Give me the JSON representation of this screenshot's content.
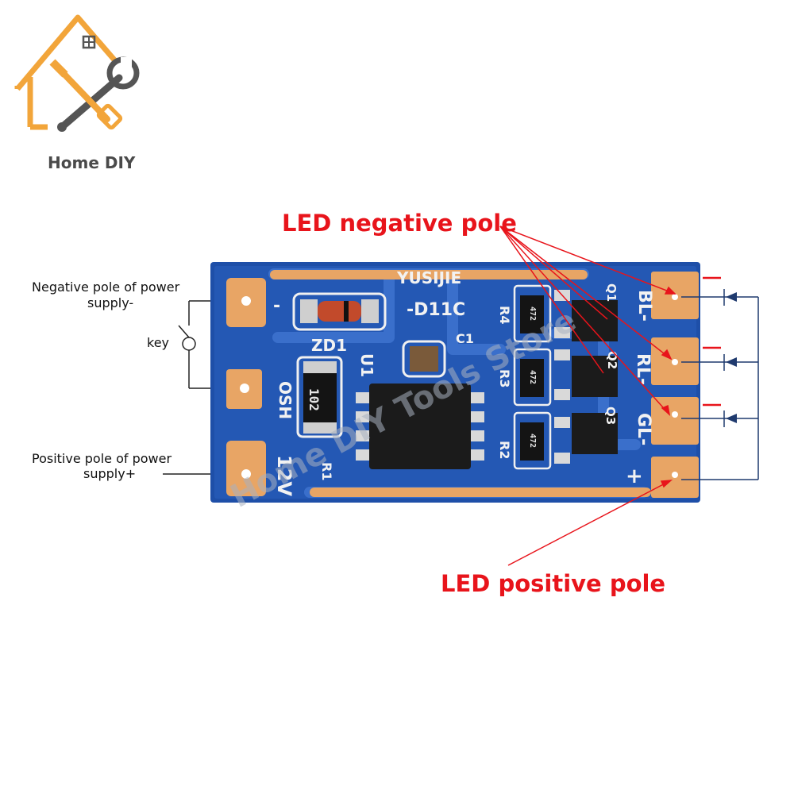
{
  "brand": {
    "name": "Home DIY"
  },
  "callouts": {
    "led_negative": "LED negative pole",
    "led_positive": "LED positive pole"
  },
  "wiring_labels": {
    "power_negative_line1": "Negative pole of power",
    "power_negative_line2": "supply-",
    "key": "key",
    "power_positive_line1": "Positive pole of power",
    "power_positive_line2": "supply+"
  },
  "board_silkscreen": {
    "model_top": "YUSIJIE",
    "model_code": "-D11C",
    "zd1": "ZD1",
    "u1": "U1",
    "osh": "OSH",
    "voltage": "12V",
    "r1": "R1",
    "r2": "R2",
    "r3": "R3",
    "r4": "R4",
    "c1": "C1",
    "q1": "Q1",
    "q2": "Q2",
    "q3": "Q3",
    "bl": "BL-",
    "rl": "RL-",
    "gl": "GL-",
    "plus": "+",
    "resistor_code": "102",
    "small_resistor_code": "472",
    "minus_mark": "-"
  },
  "watermark": "Home DIY Tools Store",
  "colors": {
    "pcb_blue": "#1e4fa8",
    "copper_pad": "#e8a565",
    "callout_red": "#e8141b",
    "logo_orange": "#f2a53a",
    "logo_gray": "#555555",
    "diagram_navy": "#1f3a6e"
  }
}
